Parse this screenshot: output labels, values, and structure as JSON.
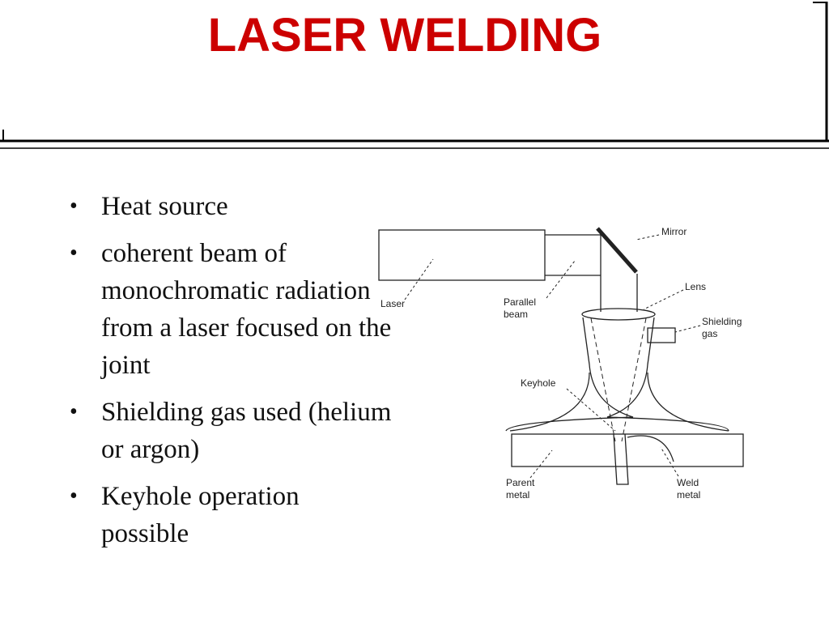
{
  "slide": {
    "title": "LASER WELDING"
  },
  "bullets": [
    {
      "text": "Heat source"
    },
    {
      "text": "coherent beam of monochromatic radiation from a laser focused on the joint"
    },
    {
      "text": "Shielding gas used (helium or argon)"
    },
    {
      "text": "Keyhole operation possible"
    }
  ],
  "bullet_glyph": "•",
  "diagram": {
    "labels": {
      "mirror": "Mirror",
      "lens": "Lens",
      "shielding_gas_1": "Shielding",
      "shielding_gas_2": "gas",
      "laser": "Laser",
      "parallel_beam_1": "Parallel",
      "parallel_beam_2": "beam",
      "keyhole": "Keyhole",
      "parent_metal_1": "Parent",
      "parent_metal_2": "metal",
      "weld_metal_1": "Weld",
      "weld_metal_2": "metal"
    }
  },
  "colors": {
    "title": "#cc0000",
    "text": "#111111"
  }
}
